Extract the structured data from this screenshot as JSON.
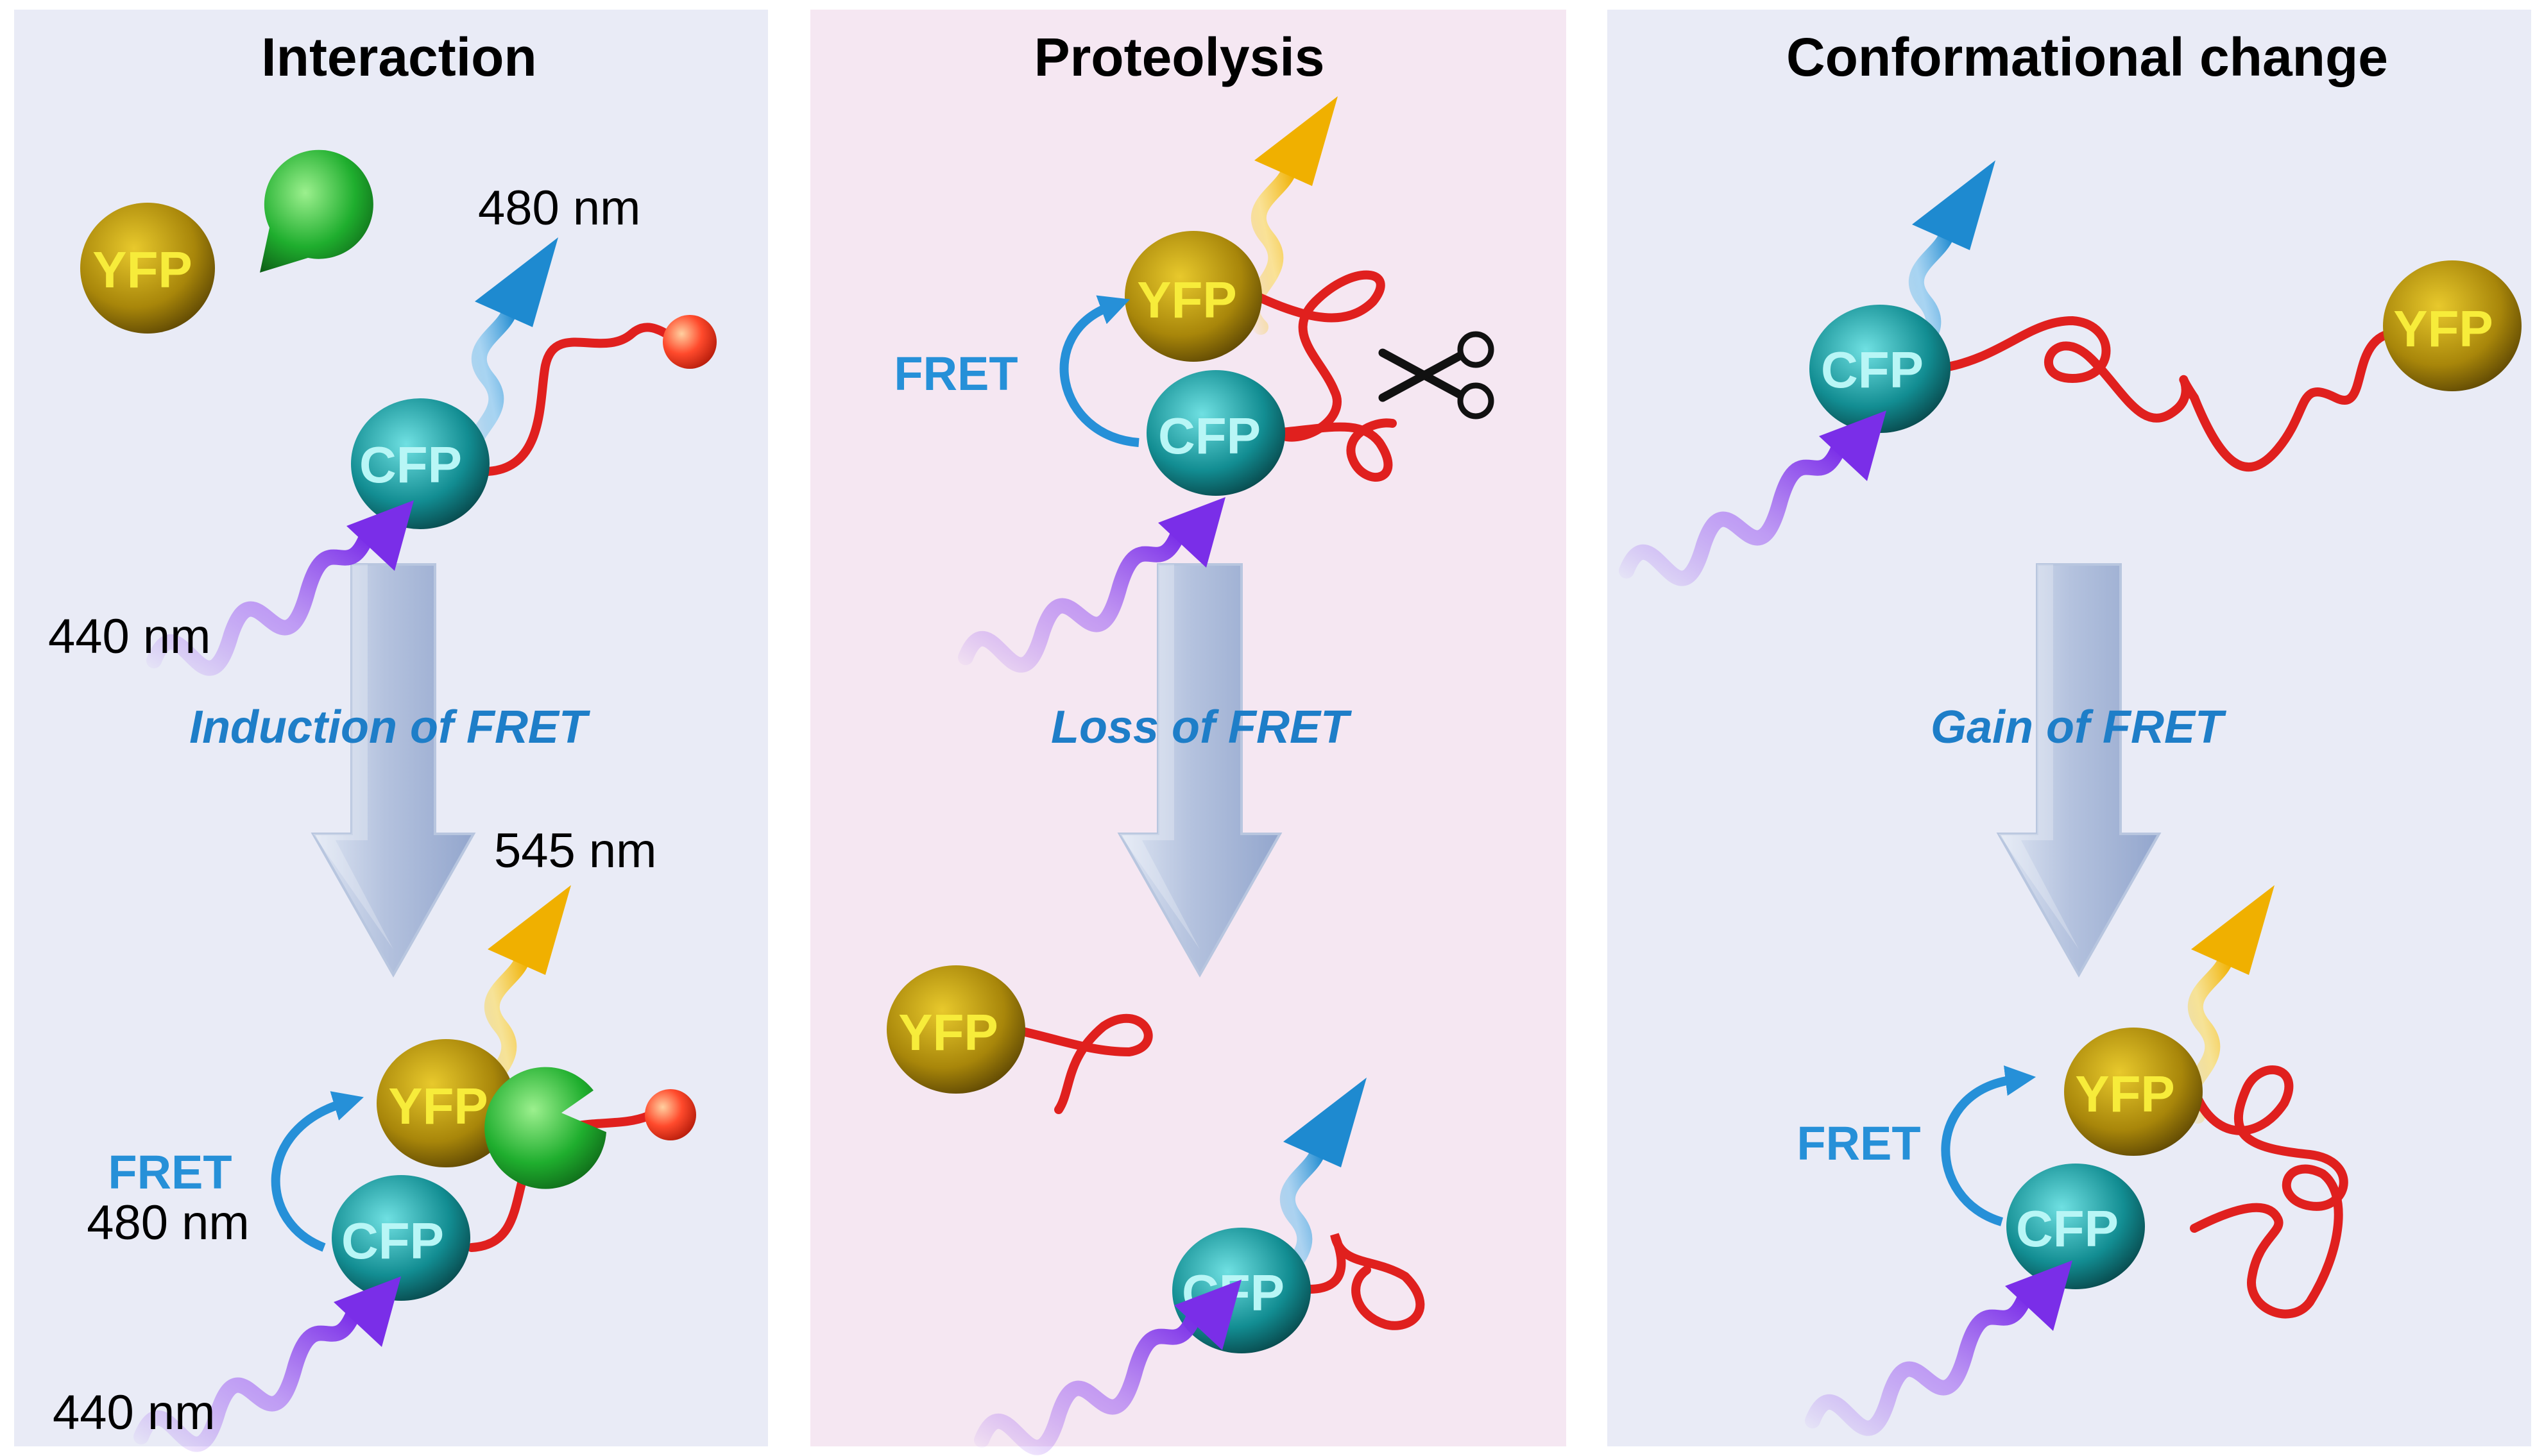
{
  "colors": {
    "panel_interaction": "#e9ebf6",
    "panel_proteolysis": "#f5e7f2",
    "panel_conformational": "#e9ebf6",
    "yfp": "#b5950c",
    "cfp": "#118f92",
    "linker": "#e0201e",
    "ligand": "#ff4a2c",
    "binder": "#1fae2e",
    "fret_arrow": "#2690d8",
    "excitation": "#8a3ef0",
    "cyan_emission": "#2fa0dc",
    "yellow_emission": "#f2c010"
  },
  "panels": [
    {
      "id": "interaction",
      "title": "Interaction",
      "process": "Induction of FRET",
      "before": {
        "yfp_label": "YFP",
        "cfp_label": "CFP",
        "emission_label": "480 nm",
        "excitation_label": "440 nm"
      },
      "after": {
        "yfp_label": "YFP",
        "cfp_label": "CFP",
        "fret_label": "FRET",
        "fret_wavelength": "480 nm",
        "emission_label": "545 nm",
        "excitation_label": "440 nm"
      }
    },
    {
      "id": "proteolysis",
      "title": "Proteolysis",
      "process": "Loss of FRET",
      "before": {
        "yfp_label": "YFP",
        "cfp_label": "CFP",
        "fret_label": "FRET"
      },
      "after": {
        "yfp_label": "YFP",
        "cfp_label": "CFP"
      },
      "icons": [
        "scissors-icon"
      ]
    },
    {
      "id": "conformational",
      "title": "Conformational change",
      "process": "Gain of FRET",
      "before": {
        "yfp_label": "YFP",
        "cfp_label": "CFP"
      },
      "after": {
        "yfp_label": "YFP",
        "cfp_label": "CFP",
        "fret_label": "FRET"
      }
    }
  ]
}
